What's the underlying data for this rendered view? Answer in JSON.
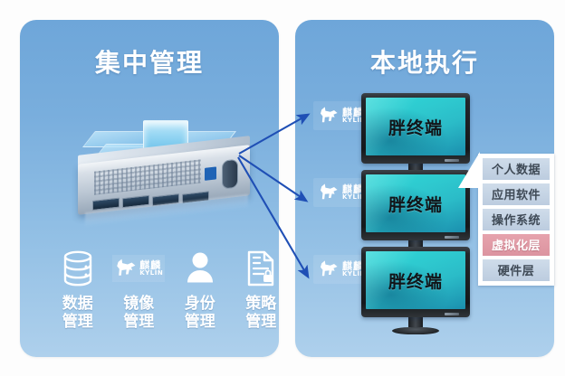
{
  "diagram": {
    "left_panel": {
      "title": "集中管理",
      "server_name": "management-server",
      "icons": [
        {
          "name": "database-icon",
          "label": "数据\n管理"
        },
        {
          "name": "kylin-logo-icon",
          "label": "镜像\n管理"
        },
        {
          "name": "user-icon",
          "label": "身份\n管理"
        },
        {
          "name": "policy-document-icon",
          "label": "策略\n管理"
        }
      ]
    },
    "right_panel": {
      "title": "本地执行",
      "terminals": [
        {
          "screen_label": "胖终端",
          "badge": {
            "cn": "麒麟",
            "en": "KYLIN"
          }
        },
        {
          "screen_label": "胖终端",
          "badge": {
            "cn": "麒麟",
            "en": "KYLIN"
          }
        },
        {
          "screen_label": "胖终端",
          "badge": {
            "cn": "麒麟",
            "en": "KYLIN"
          }
        }
      ],
      "stack": [
        {
          "label": "个人数据",
          "highlight": false
        },
        {
          "label": "应用软件",
          "highlight": false
        },
        {
          "label": "操作系统",
          "highlight": false
        },
        {
          "label": "虚拟化层",
          "highlight": true
        },
        {
          "label": "硬件层",
          "highlight": false
        }
      ]
    },
    "kylin_brand": {
      "cn": "麒麟",
      "en": "KYLIN"
    },
    "colors": {
      "panel_top": "#6ea6d9",
      "panel_bottom": "#aed0ec",
      "arrow": "#1f4fb5",
      "screen_teal": "#2ec9cf",
      "stack_default": "#c6d5e6",
      "stack_highlight": "#e09aa6",
      "title_text": "#ffffff"
    },
    "arrows": [
      {
        "from": "management-server",
        "to": "terminal-1"
      },
      {
        "from": "management-server",
        "to": "terminal-2"
      },
      {
        "from": "management-server",
        "to": "terminal-3"
      }
    ]
  }
}
